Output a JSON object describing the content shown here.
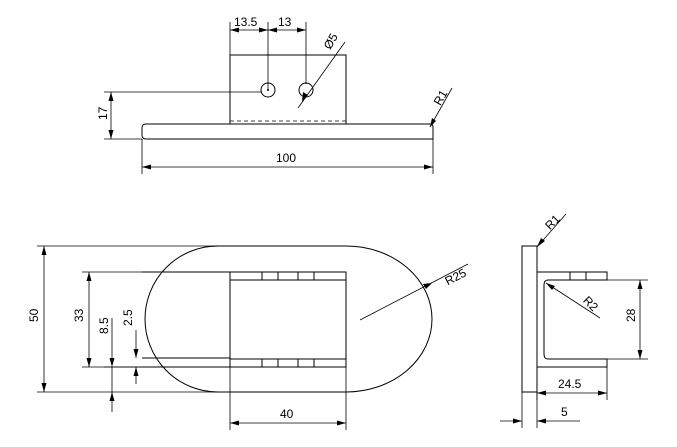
{
  "top_view": {
    "dim_hole_offset": "13.5",
    "dim_hole_spacing": "13",
    "dim_hole_diameter": "Ø5",
    "dim_height": "17",
    "dim_length": "100",
    "dim_corner_radius": "R1"
  },
  "front_view": {
    "dim_outer_width": "50",
    "dim_inner_width": "33",
    "dim_offset": "8.5",
    "dim_gap": "2.5",
    "dim_end_radius": "R25",
    "dim_part_width": "40"
  },
  "side_view": {
    "dim_top_radius": "R1",
    "dim_inner_radius": "R2",
    "dim_height": "28",
    "dim_depth": "24.5",
    "dim_thickness": "5"
  }
}
